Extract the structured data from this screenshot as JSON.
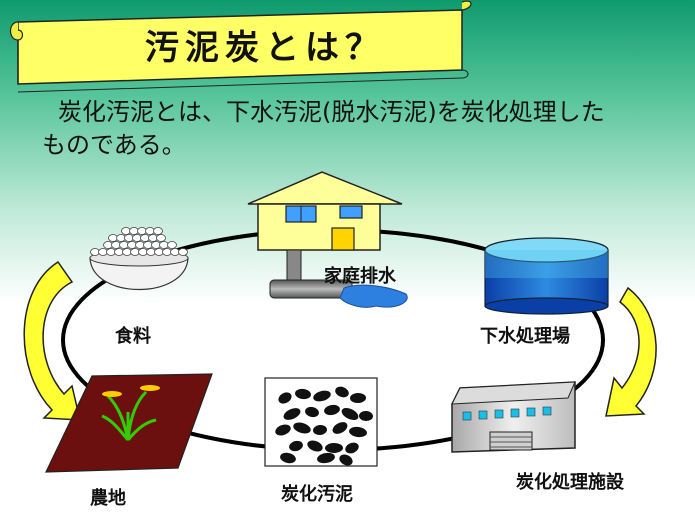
{
  "title": "汚泥炭とは？",
  "intro": {
    "line1": "炭化汚泥とは、下水汚泥(脱水汚泥)を炭化処理した",
    "line2": "ものである。"
  },
  "cycle": {
    "household": "家庭排水",
    "treatment_plant": "下水処理場",
    "carbonization_facility": "炭化処理施設",
    "sludge_charcoal": "炭化汚泥",
    "farmland": "農地",
    "food": "食料"
  },
  "colors": {
    "banner": "#ffff66",
    "arrow": "#ffff33",
    "water": "#1a63c8",
    "farmland": "#6b0f0f",
    "rice": "#33cc00"
  }
}
